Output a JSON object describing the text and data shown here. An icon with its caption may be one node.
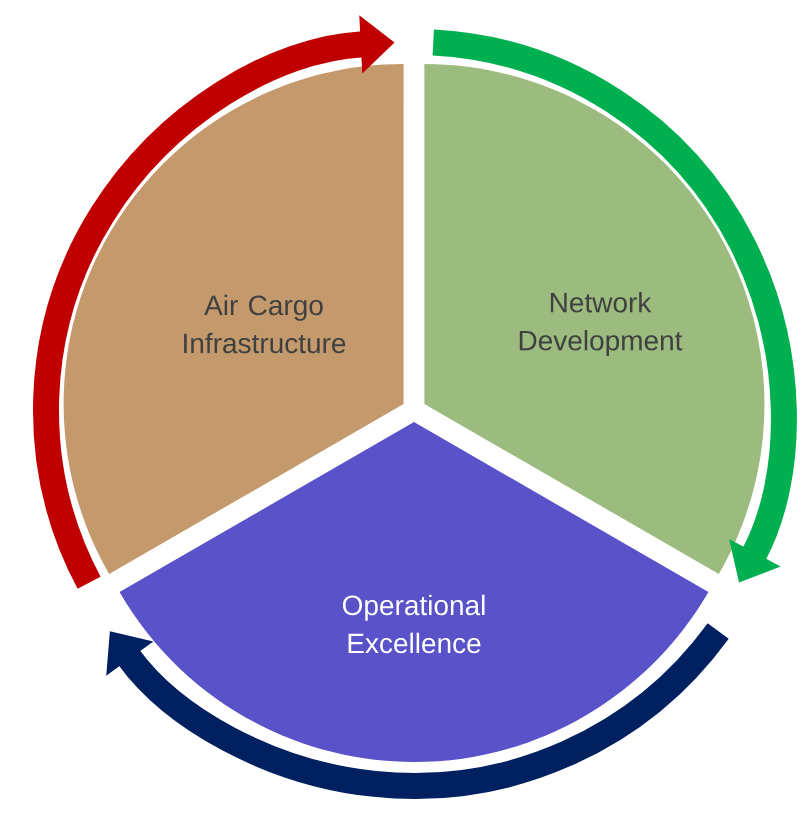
{
  "diagram": {
    "nodes": [
      {
        "text": [
          "Air Cargo Infrastructure"
        ]
      },
      {
        "text": [
          "Network Development"
        ]
      },
      {
        "text": [
          "Operational Excellence"
        ]
      }
    ]
  }
}
